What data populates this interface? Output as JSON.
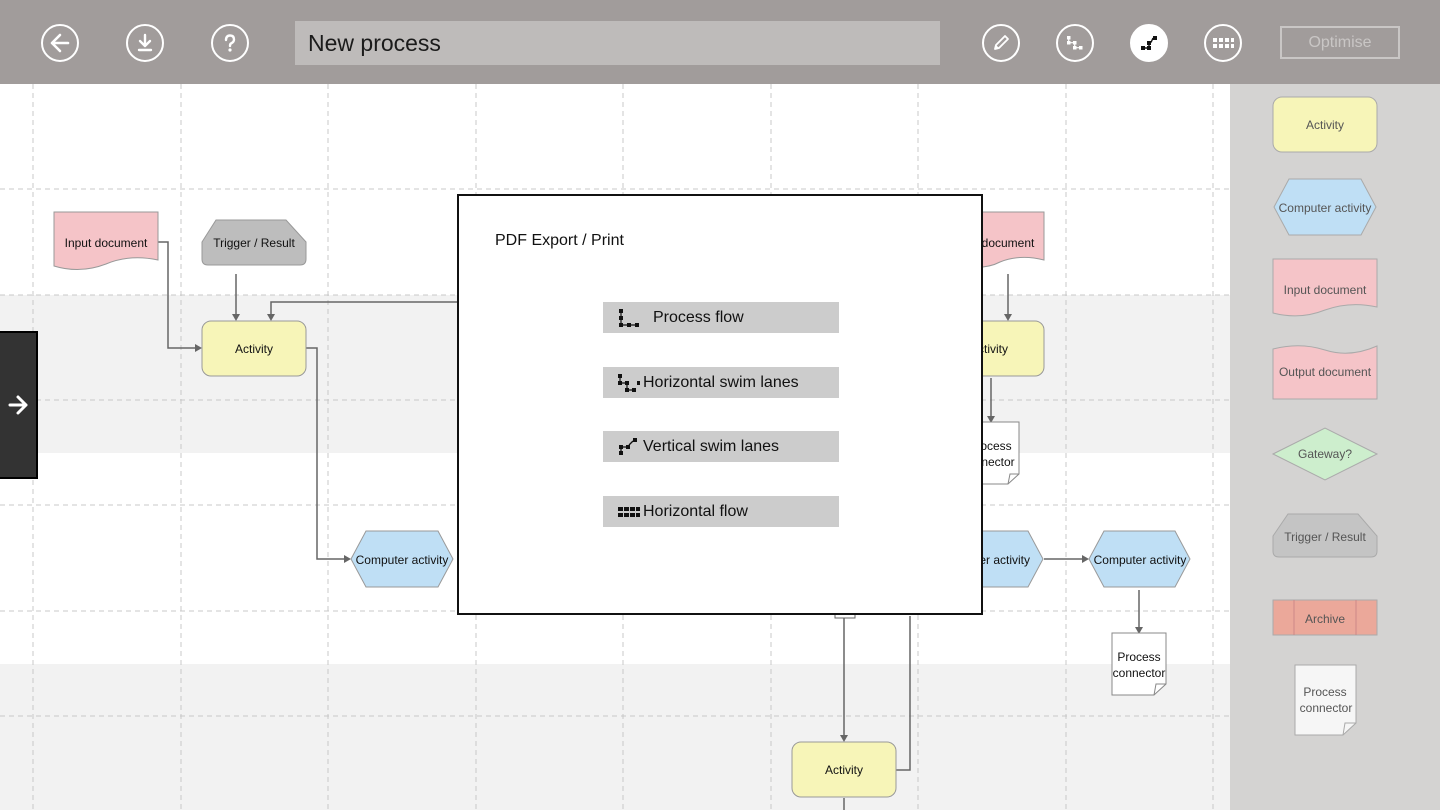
{
  "toolbar": {
    "back_icon": "arrow-left-icon",
    "download_icon": "download-icon",
    "help_icon": "question-mark-icon",
    "title_value": "New process",
    "edit_icon": "pencil-icon",
    "hswim_icon": "horizontal-swim-lanes-icon",
    "vswim_icon": "vertical-swim-lanes-icon",
    "hflow_icon": "horizontal-flow-icon",
    "optimise_label": "Optimise"
  },
  "canvas": {
    "shapes": {
      "input_document_left": "Input document",
      "trigger_left": "Trigger / Result",
      "activity_left": "Activity",
      "computer_activity_left": "Computer activity",
      "input_document_right": "document",
      "activity_right": "ctivity",
      "process_connector_right_top_line1": "ocess",
      "process_connector_right_top_line2": "nector",
      "computer_activity_right_partial": "ter activity",
      "computer_activity_right": "Computer activity",
      "process_connector_right_line1": "Process",
      "process_connector_right_line2": "connector",
      "activity_bottom": "Activity"
    },
    "drawer_icon": "arrow-right-icon"
  },
  "palette": {
    "items": [
      {
        "label": "Activity"
      },
      {
        "label": "Computer activity"
      },
      {
        "label": "Input document"
      },
      {
        "label": "Output document"
      },
      {
        "label": "Gateway?"
      },
      {
        "label": "Trigger / Result"
      },
      {
        "label": "Archive"
      },
      {
        "label_line1": "Process",
        "label_line2": "connector"
      }
    ]
  },
  "modal": {
    "title": "PDF Export / Print",
    "options": [
      {
        "label": "Process flow",
        "icon": "process-flow-icon"
      },
      {
        "label": "Horizontal swim lanes",
        "icon": "horizontal-swim-lanes-icon"
      },
      {
        "label": "Vertical swim lanes",
        "icon": "vertical-swim-lanes-icon"
      },
      {
        "label": "Horizontal flow",
        "icon": "horizontal-flow-icon"
      }
    ]
  },
  "colors": {
    "topbar": "#a19c9b",
    "activity_fill": "#f7f5b8",
    "computer_activity_fill": "#bfdff5",
    "document_fill": "#f5c4c8",
    "trigger_fill": "#bdbdbd",
    "gateway_fill": "#cdeecd",
    "archive_fill": "#eba89a",
    "palette_bg": "#d4d3d2",
    "modal_button": "#cccccc"
  }
}
